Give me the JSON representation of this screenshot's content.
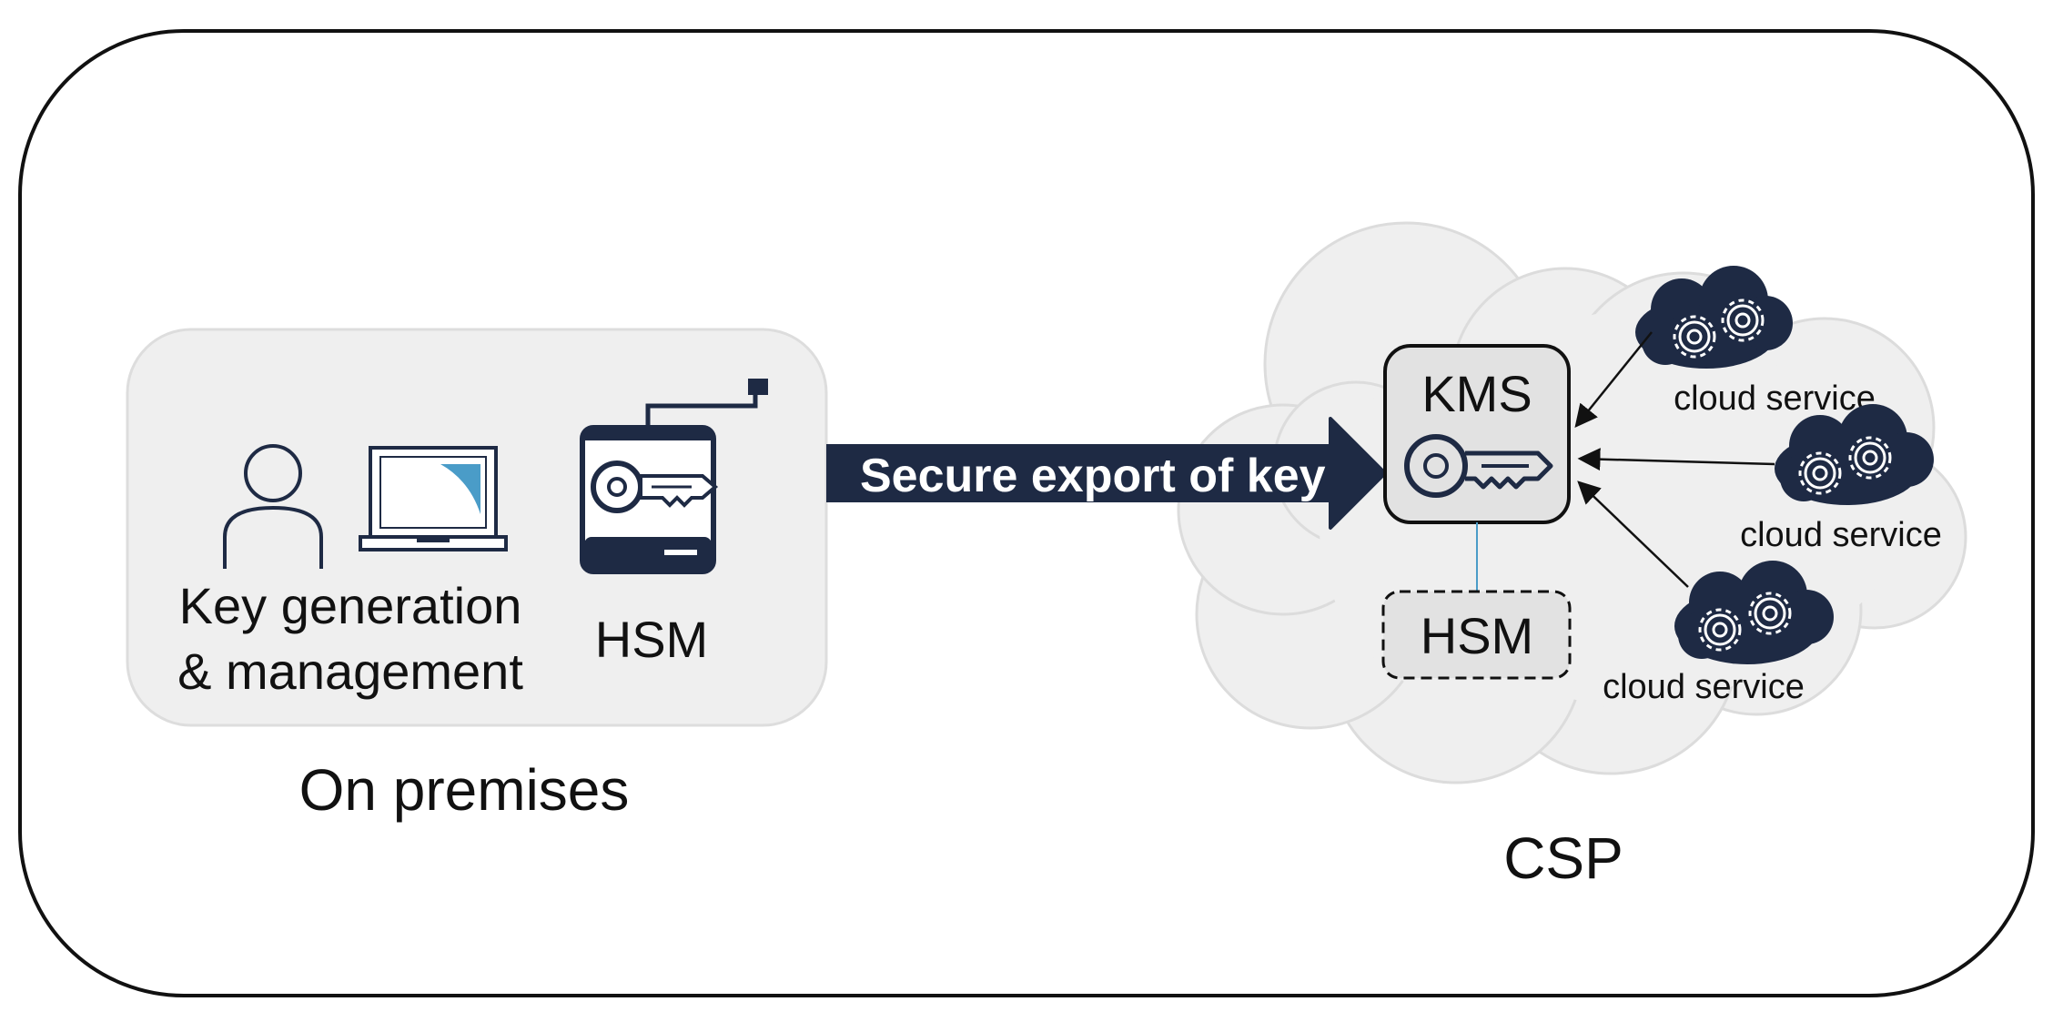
{
  "on_premises": {
    "title": "On premises",
    "user_label_line1": "Key generation",
    "user_label_line2": "& management",
    "hsm_label": "HSM"
  },
  "transfer": {
    "label": "Secure export of key"
  },
  "csp": {
    "title": "CSP",
    "kms_label": "KMS",
    "hsm_label": "HSM",
    "services": [
      {
        "label": "cloud service"
      },
      {
        "label": "cloud service"
      },
      {
        "label": "cloud service"
      }
    ]
  },
  "colors": {
    "navy": "#1e2a44",
    "panel": "#efefef",
    "panel_border": "#dddddd",
    "cloud": "#efefef",
    "cloud_border": "#dcdcdc",
    "kms_fill": "#e2e2e2",
    "accent_blue": "#4a9cc8"
  }
}
